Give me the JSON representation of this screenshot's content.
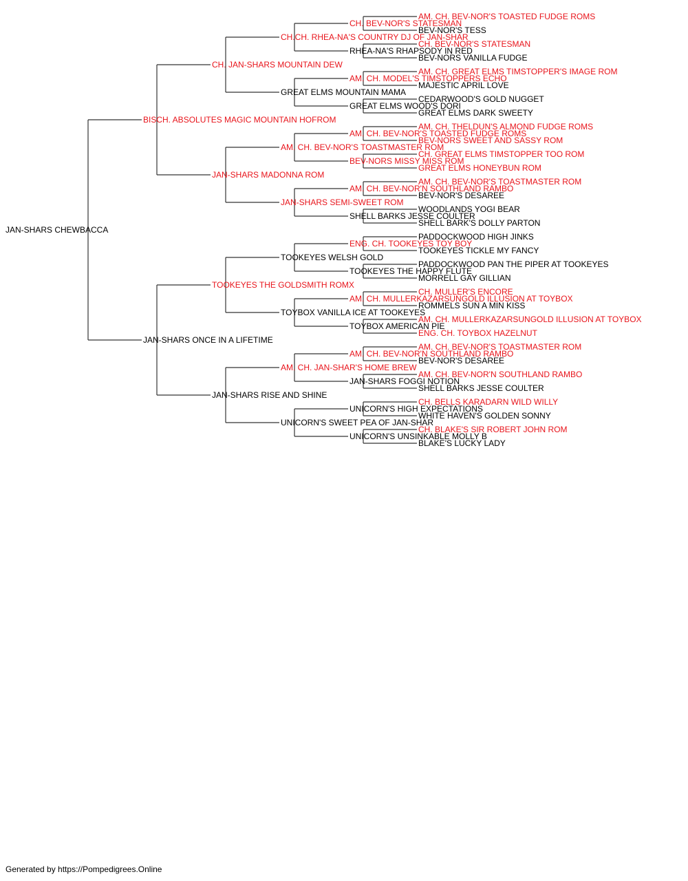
{
  "colors": {
    "champion": "#e8141b",
    "normal": "#000000",
    "line": "#333333"
  },
  "pedigree": {
    "name": "JAN-SHARS CHEWBACCA",
    "champion": false,
    "sire": {
      "name": "BISCH. ABSOLUTES MAGIC MOUNTAIN HOFROM",
      "champion": true,
      "sire": {
        "name": "CH. JAN-SHARS MOUNTAIN DEW",
        "champion": true,
        "sire": {
          "name": "CH.CH. RHEA-NA'S COUNTRY DJ OF JAN-SHAR",
          "champion": true,
          "sire": {
            "name": "CH. BEV-NOR'S STATESMAN",
            "champion": true,
            "sire": {
              "name": "AM. CH. BEV-NOR'S TOASTED FUDGE ROMS",
              "champion": true
            },
            "dam": {
              "name": "BEV-NOR'S TESS",
              "champion": false
            }
          },
          "dam": {
            "name": "RHEA-NA'S RHAPSODY IN RED",
            "champion": false,
            "sire": {
              "name": "CH. BEV-NOR'S STATESMAN",
              "champion": true
            },
            "dam": {
              "name": "BEV-NORS VANILLA FUDGE",
              "champion": false
            }
          }
        },
        "dam": {
          "name": "GREAT ELMS MOUNTAIN MAMA",
          "champion": false,
          "sire": {
            "name": "AM. CH. MODEL'S TIMSTOPPERS ECHO",
            "champion": true,
            "sire": {
              "name": "AM. CH. GREAT ELMS TIMSTOPPER'S IMAGE ROM",
              "champion": true
            },
            "dam": {
              "name": "MAJESTIC APRIL LOVE",
              "champion": false
            }
          },
          "dam": {
            "name": "GREAT ELMS WOOD'S DORI",
            "champion": false,
            "sire": {
              "name": "CEDARWOOD'S GOLD NUGGET",
              "champion": false
            },
            "dam": {
              "name": "GREAT ELMS DARK SWEETY",
              "champion": false
            }
          }
        }
      },
      "dam": {
        "name": "JAN-SHARS MADONNA ROM",
        "champion": true,
        "sire": {
          "name": "AM. CH. BEV-NOR'S TOASTMASTER ROM",
          "champion": true,
          "sire": {
            "name": "AM. CH. BEV-NOR'S TOASTED FUDGE ROMS",
            "champion": true,
            "sire": {
              "name": "AM. CH. THELDUN'S ALMOND FUDGE ROMS",
              "champion": true
            },
            "dam": {
              "name": "BEV-NORS SWEET AND SASSY ROM",
              "champion": true
            }
          },
          "dam": {
            "name": "BEV-NORS MISSY MISS ROM",
            "champion": true,
            "sire": {
              "name": "CH. GREAT ELMS TIMSTOPPER TOO ROM",
              "champion": true
            },
            "dam": {
              "name": "GREAT ELMS HONEYBUN ROM",
              "champion": true
            }
          }
        },
        "dam": {
          "name": "JAN-SHARS SEMI-SWEET ROM",
          "champion": true,
          "sire": {
            "name": "AM. CH. BEV-NOR'N SOUTHLAND RAMBO",
            "champion": true,
            "sire": {
              "name": "AM. CH. BEV-NOR'S TOASTMASTER ROM",
              "champion": true
            },
            "dam": {
              "name": "BEV-NOR'S DESAREE",
              "champion": false
            }
          },
          "dam": {
            "name": "SHELL BARKS JESSE COULTER",
            "champion": false,
            "sire": {
              "name": "WOODLANDS YOGI BEAR",
              "champion": false
            },
            "dam": {
              "name": "SHELL BARK'S DOLLY PARTON",
              "champion": false
            }
          }
        }
      }
    },
    "dam": {
      "name": "JAN-SHARS ONCE IN A LIFETIME",
      "champion": false,
      "sire": {
        "name": "TOOKEYES THE GOLDSMITH ROMX",
        "champion": true,
        "sire": {
          "name": "TOOKEYES WELSH GOLD",
          "champion": false,
          "sire": {
            "name": "ENG. CH. TOOKEYES TOY BOY",
            "champion": true,
            "sire": {
              "name": "PADDOCKWOOD HIGH JINKS",
              "champion": false
            },
            "dam": {
              "name": "TOOKEYES TICKLE MY FANCY",
              "champion": false
            }
          },
          "dam": {
            "name": "TOOKEYES THE HAPPY FLUTE",
            "champion": false,
            "sire": {
              "name": "PADDOCKWOOD PAN THE PIPER AT TOOKEYES",
              "champion": false
            },
            "dam": {
              "name": "MORRELL GAY GILLIAN",
              "champion": false
            }
          }
        },
        "dam": {
          "name": "TOYBOX VANILLA ICE AT TOOKEYES",
          "champion": false,
          "sire": {
            "name": "AM. CH. MULLERKAZARSUNGOLD ILLUSION AT TOYBOX",
            "champion": true,
            "sire": {
              "name": "CH. MULLER'S ENCORE",
              "champion": true
            },
            "dam": {
              "name": "ROMMELS SUN A MIN KISS",
              "champion": false
            }
          },
          "dam": {
            "name": "TOYBOX AMERICAN PIE",
            "champion": false,
            "sire": {
              "name": "AM. CH. MULLERKAZARSUNGOLD ILLUSION AT TOYBOX",
              "champion": true
            },
            "dam": {
              "name": "ENG. CH. TOYBOX HAZELNUT",
              "champion": true
            }
          }
        }
      },
      "dam": {
        "name": "JAN-SHARS RISE AND SHINE",
        "champion": false,
        "sire": {
          "name": "AM. CH. JAN-SHAR'S HOME BREW",
          "champion": true,
          "sire": {
            "name": "AM. CH. BEV-NOR'N SOUTHLAND RAMBO",
            "champion": true,
            "sire": {
              "name": "AM. CH. BEV-NOR'S TOASTMASTER ROM",
              "champion": true
            },
            "dam": {
              "name": "BEV-NOR'S DESAREE",
              "champion": false
            }
          },
          "dam": {
            "name": "JAN-SHARS FOGGI NOTION",
            "champion": false,
            "sire": {
              "name": "AM. CH. BEV-NOR'N SOUTHLAND RAMBO",
              "champion": true
            },
            "dam": {
              "name": "SHELL BARKS JESSE COULTER",
              "champion": false
            }
          }
        },
        "dam": {
          "name": "UNICORN'S SWEET PEA OF JAN-SHAR",
          "champion": false,
          "sire": {
            "name": "UNICORN'S HIGH EXPECTATIONS",
            "champion": false,
            "sire": {
              "name": "CH. BELLS KARADARN WILD WILLY",
              "champion": true
            },
            "dam": {
              "name": "WHITE HAVEN'S GOLDEN SONNY",
              "champion": false
            }
          },
          "dam": {
            "name": "UNICORN'S UNSINKABLE MOLLY B",
            "champion": false,
            "sire": {
              "name": "CH. BLAKE'S SIR ROBERT JOHN ROM",
              "champion": true
            },
            "dam": {
              "name": "BLAKE'S LUCKY LADY",
              "champion": false
            }
          }
        }
      }
    }
  },
  "footer": {
    "text": "Generated by https://Pompedigrees.Online"
  }
}
